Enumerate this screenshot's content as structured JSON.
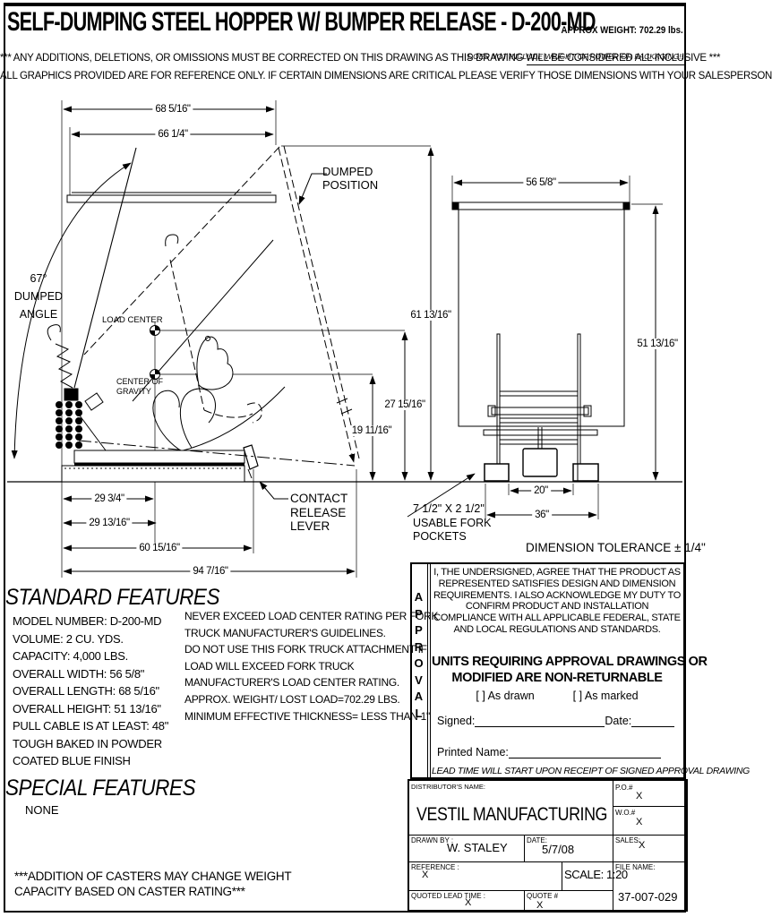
{
  "page": {
    "title": "SELF-DUMPING STEEL HOPPER W/ BUMPER RELEASE - D-200-MD",
    "approx_weight": "APPROX WEIGHT: 702.29 lbs.",
    "weight_note": "DOES NOT INCLUDE WEIGHT OF POWER OR PACKAGING!!",
    "disclaimer1": "*** ANY ADDITIONS, DELETIONS, OR OMISSIONS MUST BE CORRECTED ON THIS DRAWING AS THIS DRAWING WILL BE CONSIDERED ALL INCLUSIVE ***",
    "disclaimer2": "ALL GRAPHICS PROVIDED ARE FOR REFERENCE ONLY. IF CERTAIN DIMENSIONS ARE CRITICAL PLEASE VERIFY THOSE DIMENSIONS WITH YOUR SALESPERSON"
  },
  "side_view": {
    "dims": {
      "overall_top": "68 5/16\"",
      "inner_top": "66 1/4\"",
      "dumped_height": "61 13/16\"",
      "load_center_height": "27 15/16\"",
      "cg_height": "19 11/16\"",
      "load_center_offset": "29 3/4\"",
      "cg_offset": "29 13/16\"",
      "base_length": "60 15/16\"",
      "overall_dumped": "94 7/16\""
    },
    "labels": {
      "dumped_position": [
        "DUMPED",
        "POSITION"
      ],
      "dumped_angle": [
        "67°",
        "DUMPED",
        "ANGLE"
      ],
      "load_center": "LOAD CENTER",
      "center_of_gravity": [
        "CENTER OF",
        "GRAVITY"
      ],
      "contact_release": [
        "CONTACT",
        "RELEASE",
        "LEVER"
      ]
    }
  },
  "front_view": {
    "dims": {
      "overall_width": "56 5/8\"",
      "overall_height": "51 13/16\"",
      "pocket_inner": "20\"",
      "pocket_outer": "36\""
    },
    "labels": {
      "fork_pockets": [
        "7 1/2\" X 2 1/2\"",
        "USABLE FORK",
        "POCKETS"
      ]
    }
  },
  "tolerance_note": "DIMENSION TOLERANCE ± 1/4\"",
  "standard_features": {
    "heading": "STANDARD FEATURES",
    "items": [
      "MODEL NUMBER: D-200-MD",
      "VOLUME:  2 CU. YDS.",
      "CAPACITY:  4,000 LBS.",
      "OVERALL WIDTH:  56 5/8\"",
      "OVERALL LENGTH:  68 5/16\"",
      "OVERALL HEIGHT:   51 13/16\"",
      "PULL CABLE IS AT LEAST:  48\"",
      "TOUGH BAKED IN POWDER",
      "COATED BLUE FINISH"
    ]
  },
  "special_features": {
    "heading": "SPECIAL FEATURES",
    "value": "NONE"
  },
  "warning_block": {
    "lines": [
      "NEVER EXCEED LOAD CENTER RATING PER FORK",
      "TRUCK MANUFACTURER'S GUIDELINES.",
      "DO NOT USE THIS FORK TRUCK ATTACHMENT IF",
      "LOAD WILL EXCEED FORK TRUCK",
      "MANUFACTURER'S LOAD CENTER RATING.",
      "APPROX. WEIGHT/ LOST LOAD=702.29 LBS.",
      "MINIMUM EFFECTIVE THICKNESS= LESS THAN 1\""
    ]
  },
  "caster_note": [
    "***ADDITION OF CASTERS MAY CHANGE WEIGHT",
    "CAPACITY BASED ON CASTER RATING***"
  ],
  "approval": {
    "vertical_label": "APPROVAL",
    "agreement_lines": [
      "I, THE UNDERSIGNED, AGREE THAT THE PRODUCT AS",
      "REPRESENTED SATISFIES DESIGN AND DIMENSION",
      "REQUIREMENTS.  I ALSO ACKNOWLEDGE MY DUTY TO",
      "CONFIRM PRODUCT AND INSTALLATION",
      "COMPLIANCE WITH ALL APPLICABLE FEDERAL, STATE",
      "AND LOCAL REGULATIONS AND STANDARDS."
    ],
    "notice_lines": [
      "UNITS REQUIRING APPROVAL DRAWINGS OR",
      "MODIFIED ARE NON-RETURNABLE"
    ],
    "checkbox_drawn": "[  ] As drawn",
    "checkbox_marked": "[  ] As marked",
    "signed_label": "Signed:",
    "date_label": "Date:",
    "printed_name_label": "Printed Name:",
    "lead_time_note": "LEAD TIME WILL START UPON RECEIPT OF SIGNED APPROVAL DRAWING"
  },
  "title_block": {
    "distributor_label": "DISTRIBUTOR'S NAME:",
    "distributor_value": "VESTIL MANUFACTURING",
    "po_label": "P.O.#",
    "po_value": "X",
    "wo_label": "W.O.#",
    "wo_value": "X",
    "drawn_by_label": "DRAWN BY :",
    "drawn_by_value": "W. STALEY",
    "date_label": "DATE:",
    "date_value": "5/7/08",
    "sales_label": "SALES:",
    "sales_value": "X",
    "reference_label": "REFERENCE :",
    "reference_value": "X",
    "scale_label": "SCALE: 1:20",
    "file_label": "FILE NAME:",
    "file_value": "37-007-029",
    "lead_label": "QUOTED LEAD TIME :",
    "lead_value": "X",
    "quote_label": "QUOTE #",
    "quote_value": "X"
  }
}
